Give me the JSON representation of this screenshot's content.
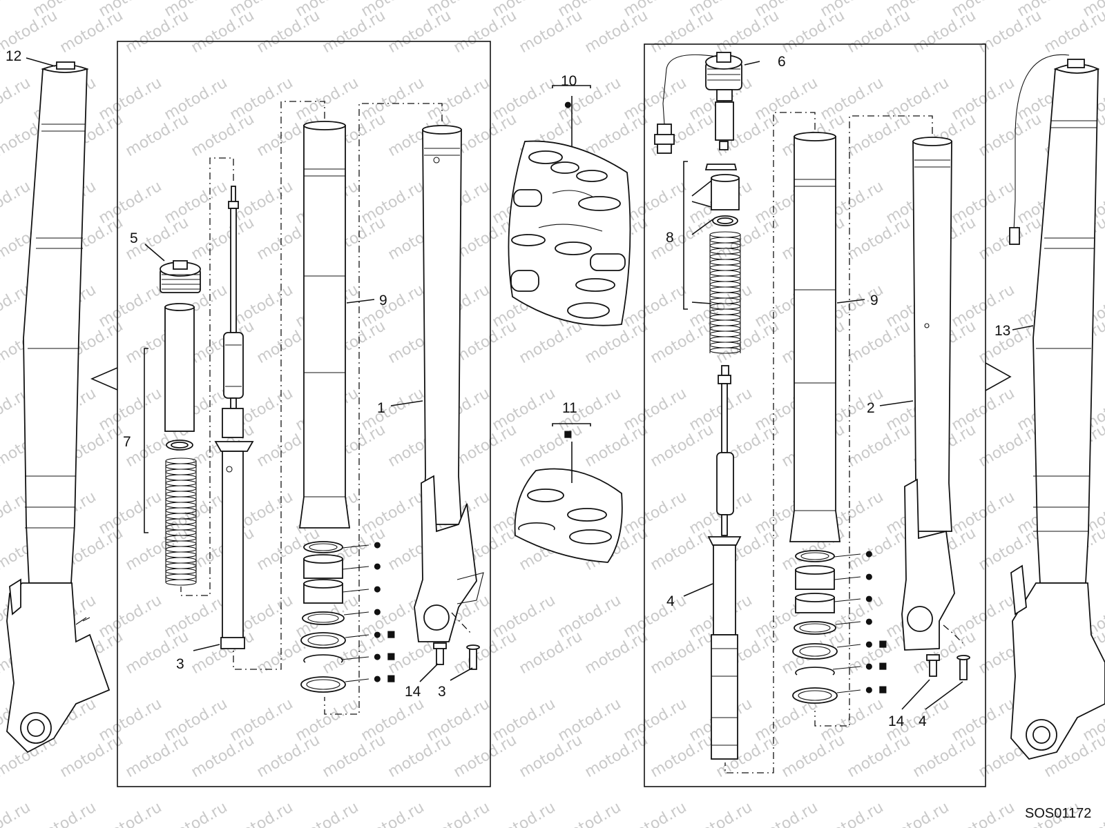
{
  "diagram": {
    "type": "exploded-parts-view",
    "watermark": "motod.ru",
    "drawing_code": "SOS01172",
    "callouts": [
      "1",
      "2",
      "3",
      "3",
      "4",
      "4",
      "5",
      "6",
      "7",
      "8",
      "9",
      "9",
      "10",
      "11",
      "12",
      "13",
      "14",
      "14"
    ],
    "symbols": {
      "circle": "●",
      "square": "■"
    },
    "colors": {
      "line": "#111111",
      "background": "#ffffff",
      "watermark": "#c9c9c9"
    }
  }
}
